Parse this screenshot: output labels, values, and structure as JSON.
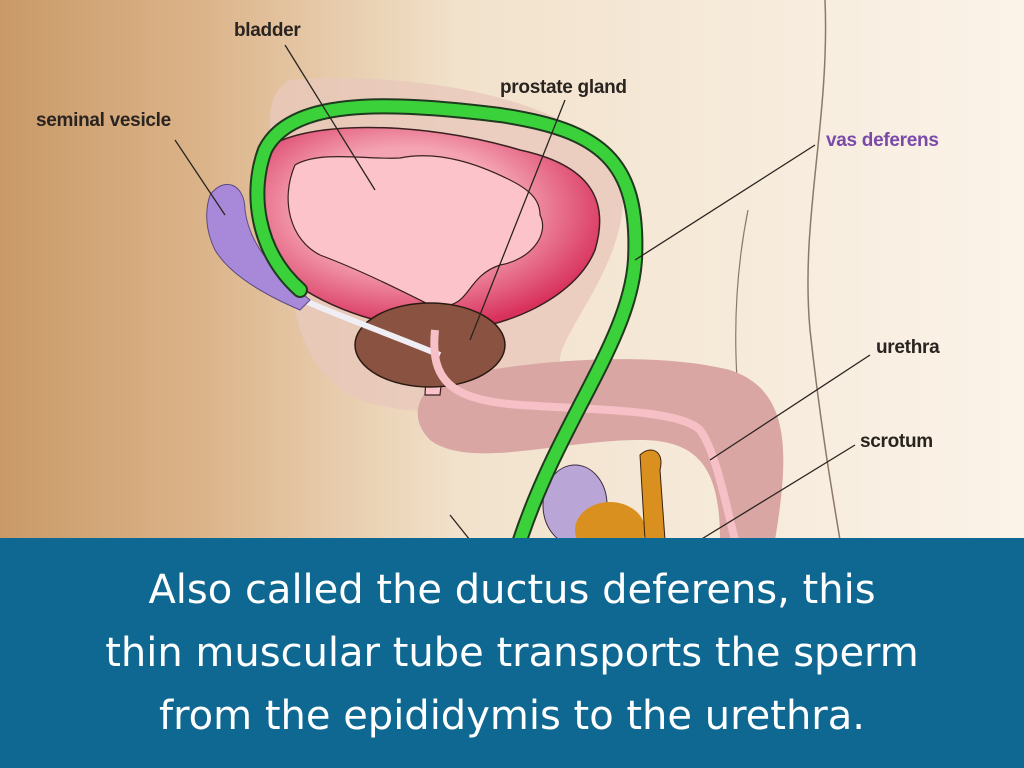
{
  "diagram": {
    "labels": {
      "bladder": "bladder",
      "prostate_gland": "prostate gland",
      "seminal_vesicle": "seminal vesicle",
      "vas_deferens": "vas deferens",
      "urethra": "urethra",
      "scrotum": "scrotum"
    },
    "colors": {
      "vas_deferens": "#3bd13b",
      "bladder_wall": "#d8315c",
      "bladder_inner": "#fcc3ca",
      "prostate": "#8a5240",
      "seminal_vesicle": "#a888d8",
      "caption_bg": "#0f6891"
    }
  },
  "caption": {
    "lines": [
      "Also called the ductus deferens, this",
      "thin muscular tube transports the sperm",
      "from the epididymis to the urethra."
    ]
  }
}
